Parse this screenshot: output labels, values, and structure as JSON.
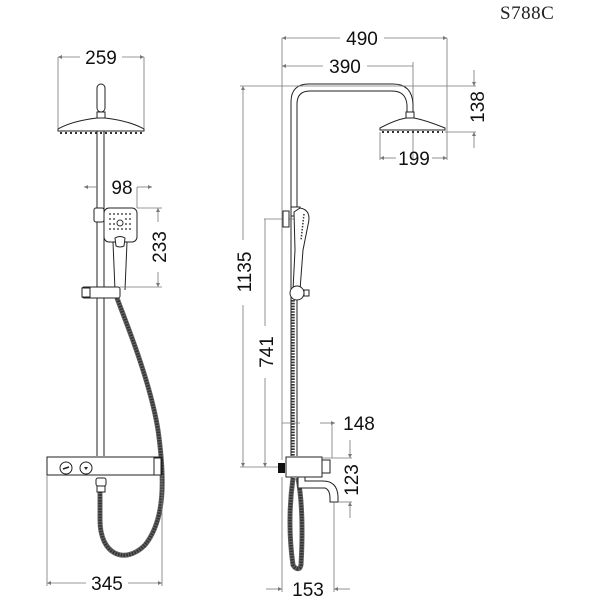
{
  "model_code": "S788C",
  "front_view": {
    "dimensions": {
      "head_width": "259",
      "handset_width": "98",
      "handset_height": "233",
      "overall_width": "345"
    }
  },
  "side_view": {
    "dimensions": {
      "arm_reach": "490",
      "head_offset": "390",
      "head_height": "138",
      "head_diameter": "199",
      "total_height": "1135",
      "bracket_height": "741",
      "mixer_depth": "148",
      "spout_drop": "123",
      "spout_reach": "153"
    }
  },
  "colors": {
    "outline": "#222222",
    "dimension_line": "#777777",
    "text": "#111111",
    "background": "#ffffff"
  }
}
